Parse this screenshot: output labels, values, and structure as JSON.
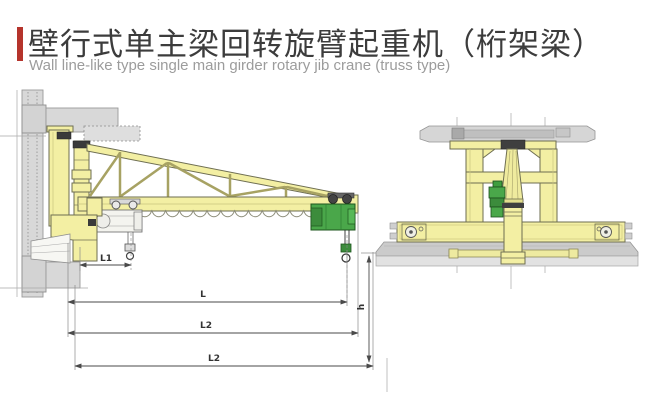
{
  "header": {
    "title_zh": "壁行式单主梁回转旋臂起重机（桁架梁）",
    "title_en": "Wall line-like type single main girder rotary jib crane (truss type)",
    "accent_color": "#b5342c"
  },
  "drawing": {
    "dimensions": {
      "l1": "L1",
      "l": "L",
      "l2_mid": "L2",
      "l2_bottom": "L2",
      "h": "h"
    },
    "colors": {
      "structure_yellow": "#f3efa3",
      "structure_outline": "#6e6e52",
      "hoist_green": "#4aa74a",
      "hoist_green_dark": "#1d551d",
      "steel_gray": "#d8d8d8",
      "rail_gray": "#cbcbcb",
      "dimension_line": "#4a4a4a",
      "title_text": "#3c3c3c",
      "subtitle_text": "#9c9c9c"
    }
  }
}
